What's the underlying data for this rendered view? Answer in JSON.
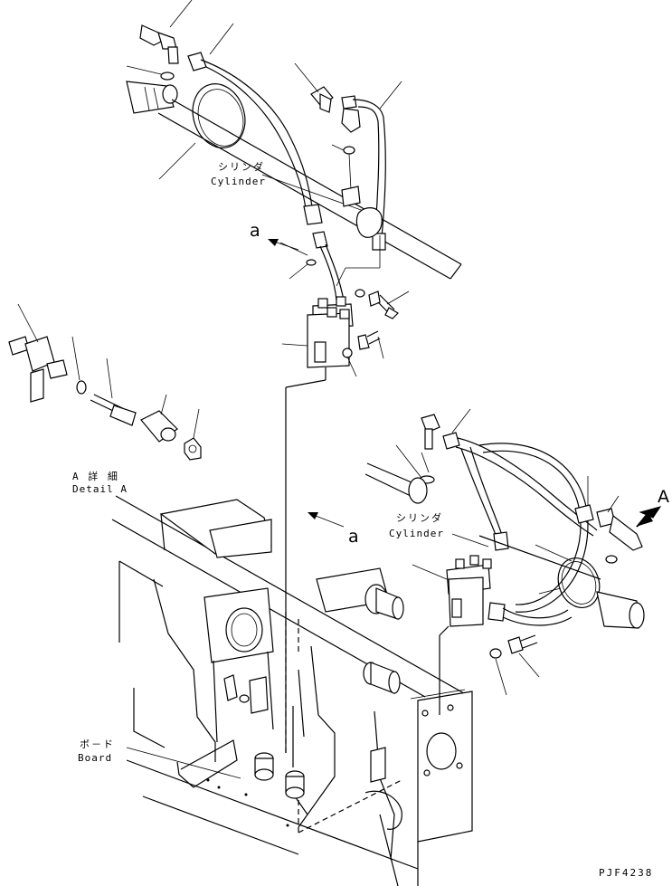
{
  "labels": {
    "cylinder_top_jp": "シリンダ",
    "cylinder_top_en": "Cylinder",
    "cylinder_right_jp": "シリンダ",
    "cylinder_right_en": "Cylinder",
    "detail_jp": "A 詳 細",
    "detail_en": "Detail A",
    "board_jp": "ボ－ド",
    "board_en": "Board",
    "ref_a_top": "a",
    "ref_a_mid": "a",
    "view_A": "A",
    "drawing_code": "PJF4238"
  }
}
